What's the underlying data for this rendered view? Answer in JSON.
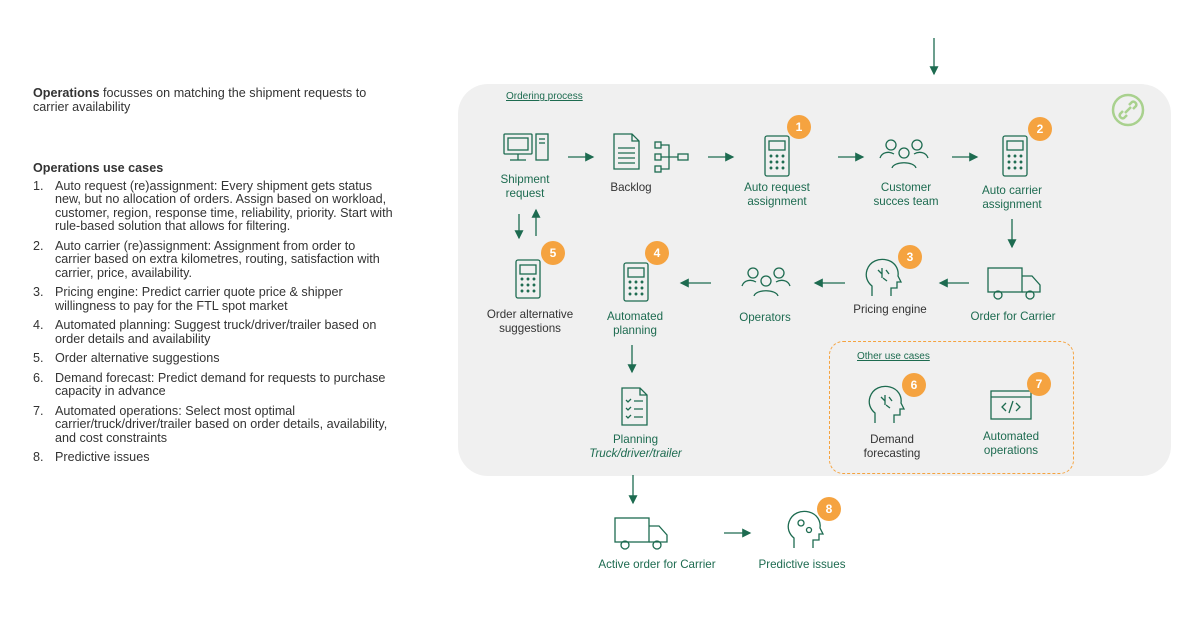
{
  "left": {
    "intro_bold": "Operations",
    "intro_rest": " focusses on matching the shipment requests to carrier availability",
    "use_cases_title": "Operations use cases",
    "use_cases": [
      {
        "num": "1.",
        "text": "Auto request (re)assignment: Every shipment gets status new, but no allocation of orders. Assign based on workload, customer, region, response time, reliability, priority. Start with rule-based solution that allows for filtering."
      },
      {
        "num": "2.",
        "text": "Auto carrier (re)assignment: Assignment from order to carrier based on extra kilometres, routing, satisfaction with carrier, price, availability."
      },
      {
        "num": "3.",
        "text": "Pricing engine: Predict carrier quote price & shipper willingness to pay for the FTL spot market"
      },
      {
        "num": "4.",
        "text": "Automated planning: Suggest truck/driver/trailer based on order details and availability"
      },
      {
        "num": "5.",
        "text": "Order alternative suggestions"
      },
      {
        "num": "6.",
        "text": "Demand forecast: Predict demand for requests to purchase capacity in advance"
      },
      {
        "num": "7.",
        "text": "Automated operations: Select most optimal carrier/truck/driver/trailer based on order details, availability, and cost constraints"
      },
      {
        "num": "8.",
        "text": "Predictive issues"
      }
    ]
  },
  "diagram": {
    "panel_label": "Ordering process",
    "other_label": "Other use cases",
    "nodes": {
      "shipment": {
        "line1": "Shipment",
        "line2": "request"
      },
      "backlog": {
        "line1": "Backlog"
      },
      "auto_request": {
        "line1": "Auto request",
        "line2": "assignment",
        "badge": "1"
      },
      "customer": {
        "line1": "Customer",
        "line2": "succes team"
      },
      "auto_carrier": {
        "line1": "Auto carrier",
        "line2": "assignment",
        "badge": "2"
      },
      "pricing": {
        "line1": "Pricing engine",
        "badge": "3"
      },
      "order_carrier": {
        "line1": "Order for Carrier"
      },
      "operators": {
        "line1": "Operators"
      },
      "automated_planning": {
        "line1": "Automated",
        "line2": "planning",
        "badge": "4"
      },
      "order_alt": {
        "line1": "Order alternative",
        "line2": "suggestions",
        "badge": "5"
      },
      "planning": {
        "line1": "Planning",
        "line2": "Truck/driver/trailer"
      },
      "demand": {
        "line1": "Demand",
        "line2": "forecasting",
        "badge": "6"
      },
      "automated_ops": {
        "line1": "Automated",
        "line2": "operations",
        "badge": "7"
      },
      "active_order": {
        "line1": "Active order for Carrier"
      },
      "predictive": {
        "line1": "Predictive issues",
        "badge": "8"
      }
    }
  },
  "colors": {
    "accent": "#1d6b50",
    "badge": "#f5a340",
    "panel": "#f0f0f0",
    "link_icon": "#a9d18e"
  },
  "icons": [
    "computer-icon",
    "document-icon",
    "flowchart-icon",
    "calculator-icon",
    "people-icon",
    "brain-icon",
    "truck-icon",
    "checklist-icon",
    "code-window-icon",
    "head-gears-icon",
    "link-icon"
  ]
}
